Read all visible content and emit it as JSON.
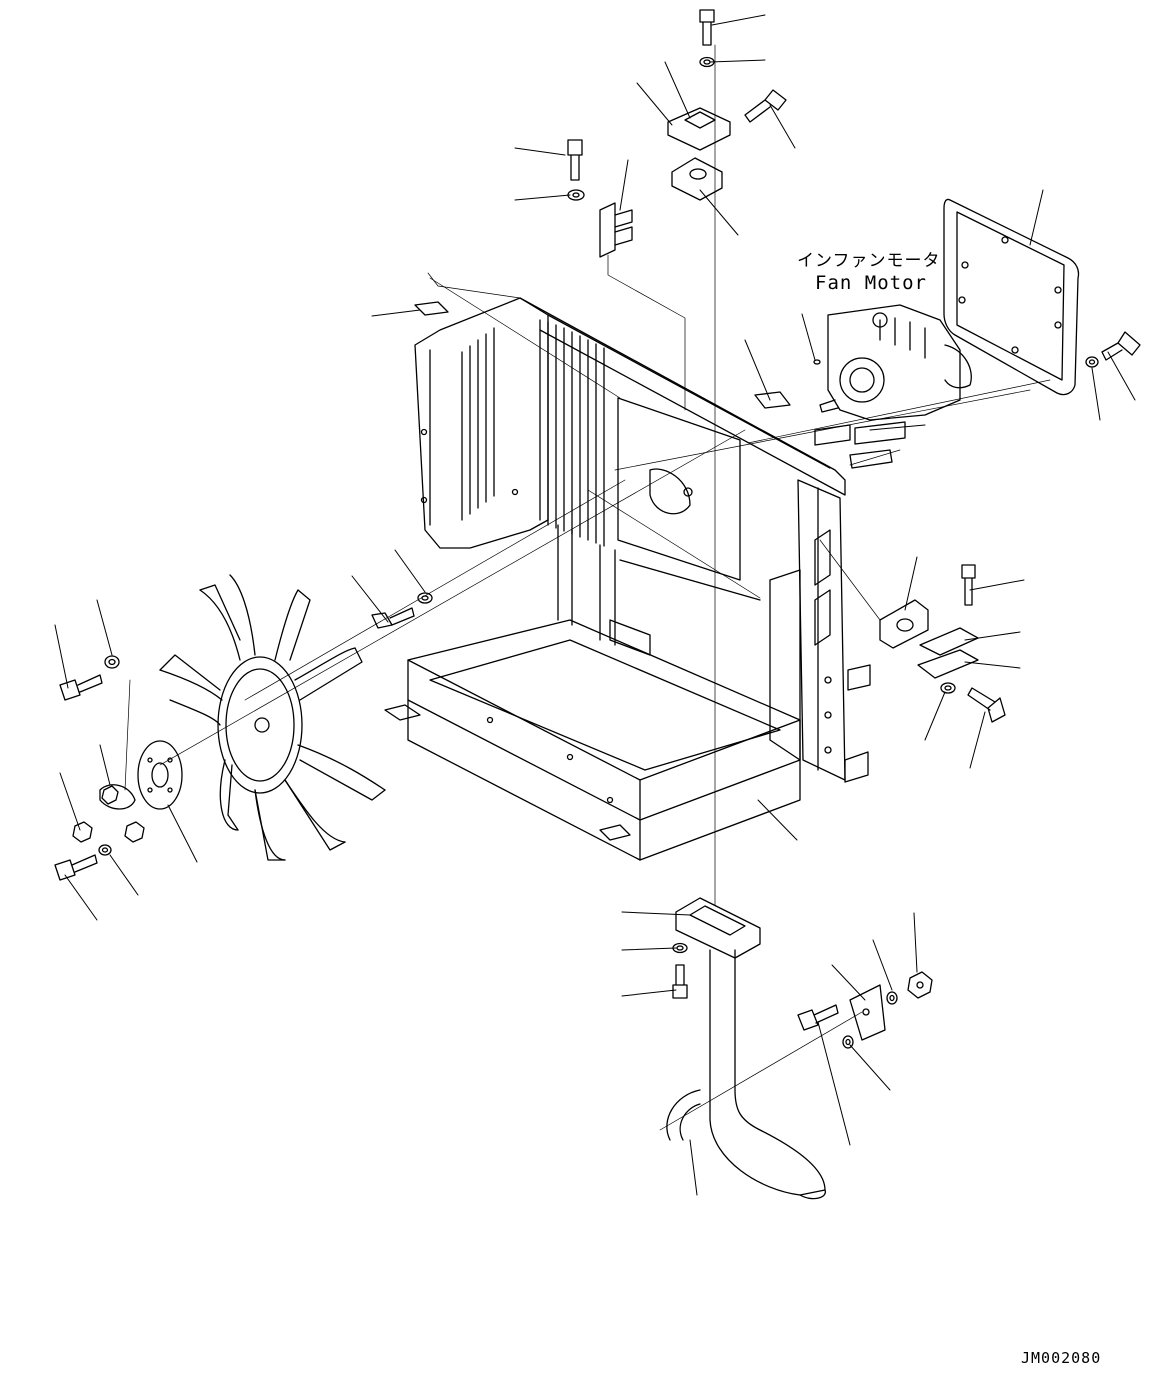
{
  "labels": {
    "fan_motor_jp": "インファンモータ",
    "fan_motor_en": "Fan Motor",
    "drawing_code": "JM002080"
  },
  "icons": [
    "bolt-icon",
    "washer-icon",
    "nut-icon",
    "clamp-icon",
    "flange-icon",
    "fan-blade-icon"
  ],
  "colors": {
    "line": "#000000",
    "background": "#ffffff"
  }
}
